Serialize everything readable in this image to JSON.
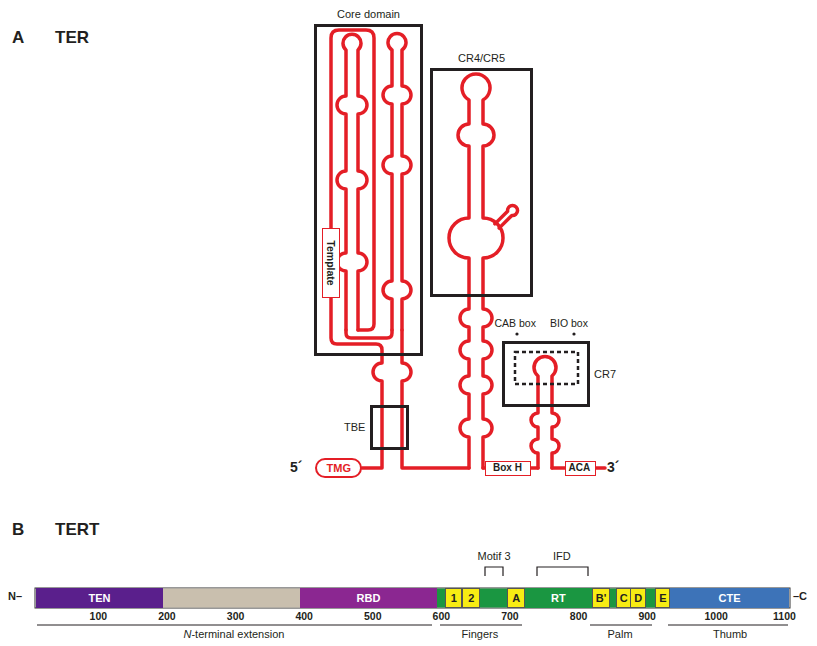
{
  "diagram": {
    "nodes": [
      {
        "text": [
          "Core domain"
        ]
      },
      {
        "text": [
          "Template"
        ],
        "in": 0
      },
      {
        "text": [
          "CR4/CR5"
        ]
      },
      {
        "text": [
          "CR7"
        ]
      },
      {
        "text": [
          "TBE"
        ]
      },
      {
        "text": [
          "TMG"
        ]
      },
      {
        "text": [
          "Box H"
        ]
      },
      {
        "text": [
          "ACA"
        ]
      },
      {
        "text": [
          "TEN"
        ]
      },
      {
        "text": [
          "RBD"
        ]
      },
      {
        "text": [
          "1"
        ]
      },
      {
        "text": [
          "2"
        ]
      },
      {
        "text": [
          "A"
        ]
      },
      {
        "text": [
          "RT"
        ]
      },
      {
        "text": [
          "B'"
        ]
      },
      {
        "text": [
          "C"
        ]
      },
      {
        "text": [
          "D"
        ]
      },
      {
        "text": [
          "E"
        ]
      },
      {
        "text": [
          "CTE"
        ]
      }
    ],
    "labels": [
      "A",
      "TER",
      "CAB box",
      "BIO box",
      "5´",
      "3´",
      "B",
      "TERT",
      "N–",
      "–C",
      "Motif 3",
      "IFD",
      "100",
      "200",
      "300",
      "400",
      "500",
      "600",
      "700",
      "800",
      "900",
      "1000",
      "1100",
      "N-terminal extension",
      "Fingers",
      "Palm",
      "Thumb"
    ]
  }
}
